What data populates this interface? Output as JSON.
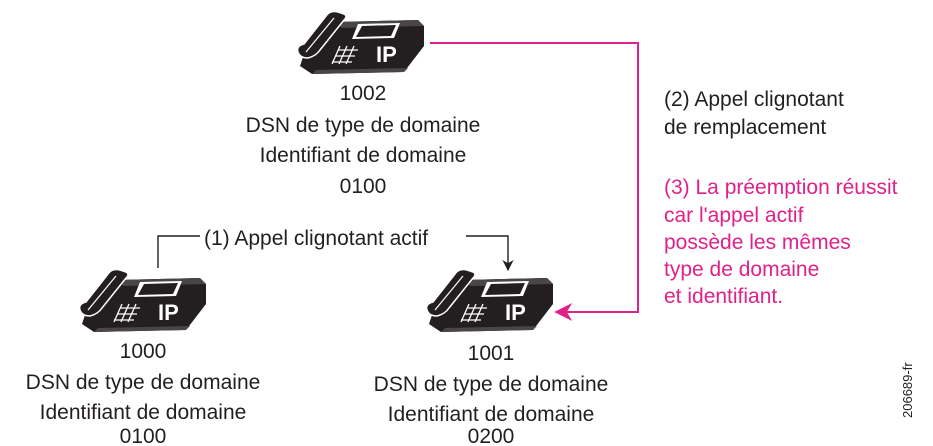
{
  "colors": {
    "ink": "#231f20",
    "accent": "#e0218a"
  },
  "icons": {
    "phone": "ip-phone-icon"
  },
  "phone_badge": "IP",
  "phones": [
    {
      "number": "1002",
      "dsn": "DSN de type de domaine",
      "id_label": "Identifiant de domaine",
      "id_value": "0100"
    },
    {
      "number": "1000",
      "dsn": "DSN de type de domaine",
      "id_label": "Identifiant de domaine",
      "id_value": "0100"
    },
    {
      "number": "1001",
      "dsn": "DSN de type de domaine",
      "id_label": "Identifiant de domaine",
      "id_value": "0200"
    }
  ],
  "arrows": {
    "active_call": "(1) Appel clignotant actif",
    "replacement_call": [
      "(2) Appel clignotant",
      "de remplacement"
    ]
  },
  "note_pink": [
    "(3) La préemption réussit",
    "car l'appel actif",
    "possède les mêmes",
    "type de domaine",
    "et identifiant."
  ],
  "figure_id": "206689-fr"
}
